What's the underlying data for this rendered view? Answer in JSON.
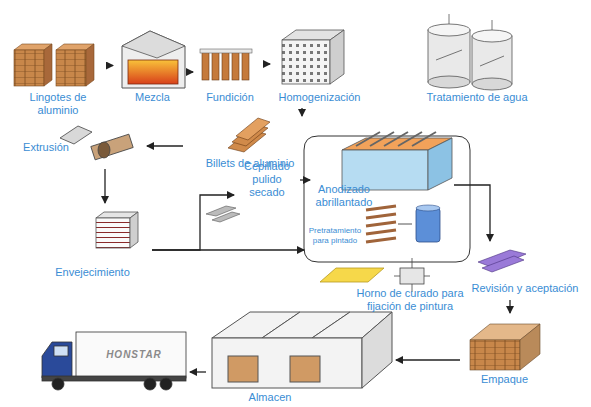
{
  "diagram": {
    "nodes": [
      {
        "text": [
          "Lingotes de aluminio"
        ]
      },
      {
        "text": [
          "Mezcla"
        ]
      },
      {
        "text": [
          "Fundición"
        ]
      },
      {
        "text": [
          "Homogenización"
        ]
      },
      {
        "text": [
          "Tratamiento de agua"
        ]
      },
      {
        "text": [
          "Extrusión"
        ]
      },
      {
        "text": [
          "Billets de aluminio"
        ]
      },
      {
        "text": [
          "Envejecimiento"
        ]
      },
      {
        "text": [
          "Cepillado pulido secado"
        ]
      },
      {
        "text": [
          "Anodizado abrillantado"
        ]
      },
      {
        "text": [
          "Pretratamiento para pintado"
        ]
      },
      {
        "text": [
          "Horno de curado para fijación de pintura"
        ]
      },
      {
        "text": [
          "Revisión y aceptación"
        ]
      },
      {
        "text": [
          "Empaque"
        ]
      },
      {
        "text": [
          "Almacen"
        ]
      },
      {
        "text": [
          "HONSTAR"
        ]
      }
    ],
    "edges": [
      {
        "from": 0,
        "to": 1,
        "arrow": "to"
      },
      {
        "from": 1,
        "to": 2,
        "arrow": "to"
      },
      {
        "from": 2,
        "to": 3,
        "arrow": "to"
      },
      {
        "from": 3,
        "to": 6,
        "arrow": "to"
      },
      {
        "from": 6,
        "to": 5,
        "arrow": "to"
      },
      {
        "from": 5,
        "to": 7,
        "arrow": "to"
      },
      {
        "from": 7,
        "to": 8,
        "arrow": "to"
      },
      {
        "from": 7,
        "to": 10,
        "arrow": "to"
      },
      {
        "from": 8,
        "to": 9,
        "arrow": "to"
      },
      {
        "from": 9,
        "to": 12,
        "arrow": "to"
      },
      {
        "from": 12,
        "to": 13,
        "arrow": "to"
      },
      {
        "from": 13,
        "to": 14,
        "arrow": "to"
      },
      {
        "from": 14,
        "to": 15,
        "arrow": "to"
      }
    ]
  }
}
